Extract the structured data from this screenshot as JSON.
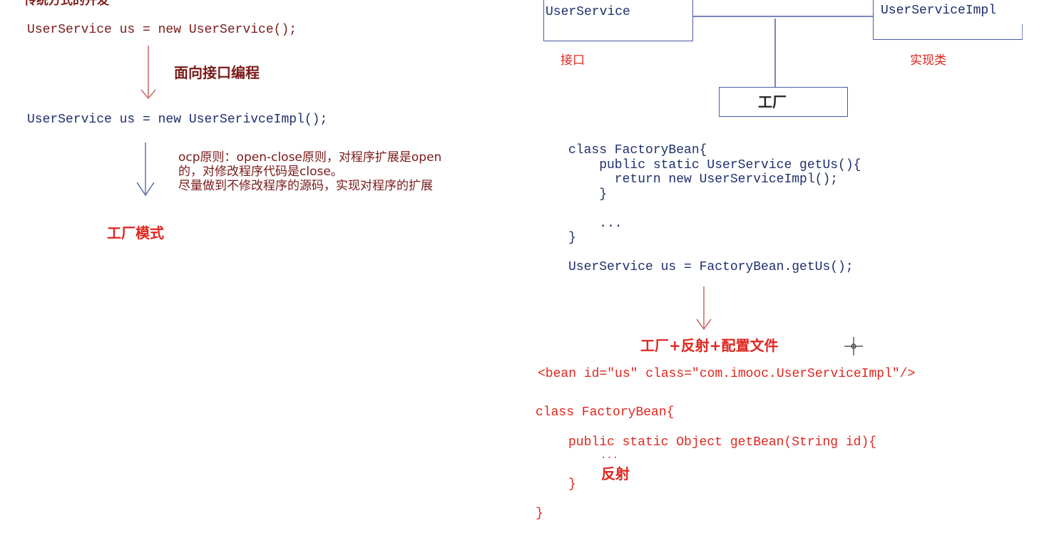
{
  "left": {
    "header_partial": "传统方式的开发",
    "code1": "UserService us = new UserService();",
    "label1": "面向接口编程",
    "code2": "UserService us = new UserSerivceImpl();",
    "ocp_lines": [
      "ocp原则：open-close原则，对程序扩展是open",
      "的，对修改程序代码是close。",
      "尽量做到不修改程序的源码，实现对程序的扩展"
    ],
    "factory_mode": "工厂模式"
  },
  "diagram": {
    "interface_box": "UserService",
    "impl_box": "UserServiceImpl",
    "factory_box": "工厂",
    "interface_label": "接口",
    "impl_label": "实现类"
  },
  "right": {
    "factory_code": [
      "class FactoryBean{",
      "    public static UserService getUs(){",
      "      return new UserServiceImpl();",
      "    }",
      "",
      "    ...",
      "}"
    ],
    "usage": "UserService us = FactoryBean.getUs();",
    "label_reflect": "工厂+反射+配置文件",
    "bean_xml": "<bean id=\"us\" class=\"com.imooc.UserServiceImpl\"/>",
    "getbean_code": {
      "class_line": "class FactoryBean{",
      "method_line": "public static Object getBean(String id){",
      "dots": "...",
      "reflect": "反射",
      "close_inner": "}",
      "close_outer": "}"
    }
  }
}
